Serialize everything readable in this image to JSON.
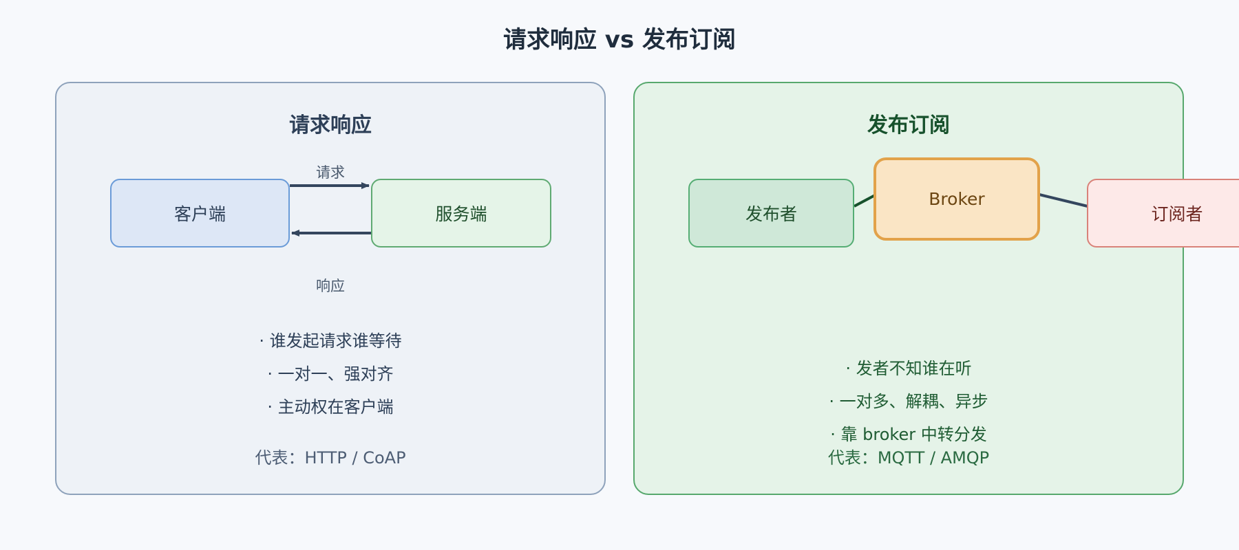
{
  "title": "请求响应 vs 发布订阅",
  "left_panel": {
    "title": "请求响应",
    "client": "客户端",
    "server": "服务端",
    "request_label": "请求",
    "response_label": "响应",
    "bullets": [
      "· 谁发起请求谁等待",
      "· 一对一、强对齐",
      "· 主动权在客户端"
    ],
    "representative": "代表：HTTP / CoAP"
  },
  "right_panel": {
    "title": "发布订阅",
    "publisher": "发布者",
    "broker": "Broker",
    "subscriber": "订阅者",
    "bullets": [
      "· 发者不知谁在听",
      "· 一对多、解耦、异步",
      "· 靠 broker 中转分发"
    ],
    "representative": "代表：MQTT / AMQP"
  },
  "colors": {
    "background": "#f7f9fc",
    "arrow": "#34465e",
    "left_panel_border": "#8ea2bb",
    "right_panel_border": "#57a86d",
    "broker_border": "#e2a24a"
  }
}
